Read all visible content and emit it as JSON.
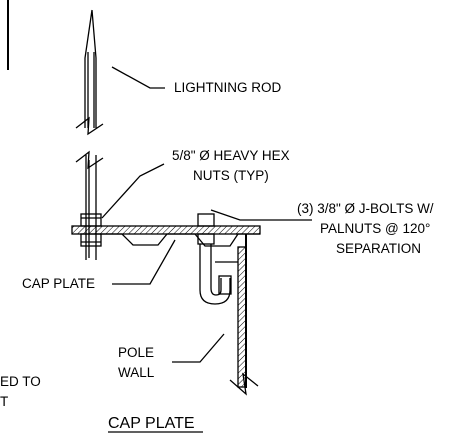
{
  "labels": {
    "lightning_rod": "LIGHTNING ROD",
    "hex_nuts_line1": "5/8\" Ø HEAVY HEX",
    "hex_nuts_line2": "NUTS (TYP)",
    "jbolts_line1": "(3) 3/8\" Ø J-BOLTS W/",
    "jbolts_line2": "PALNUTS @ 120°",
    "jbolts_line3": "SEPARATION",
    "cap_plate": "CAP PLATE",
    "pole_wall_line1": "POLE",
    "pole_wall_line2": "WALL",
    "left_cut_line1": "ED TO",
    "left_cut_line2": "T"
  },
  "title": "CAP PLATE"
}
